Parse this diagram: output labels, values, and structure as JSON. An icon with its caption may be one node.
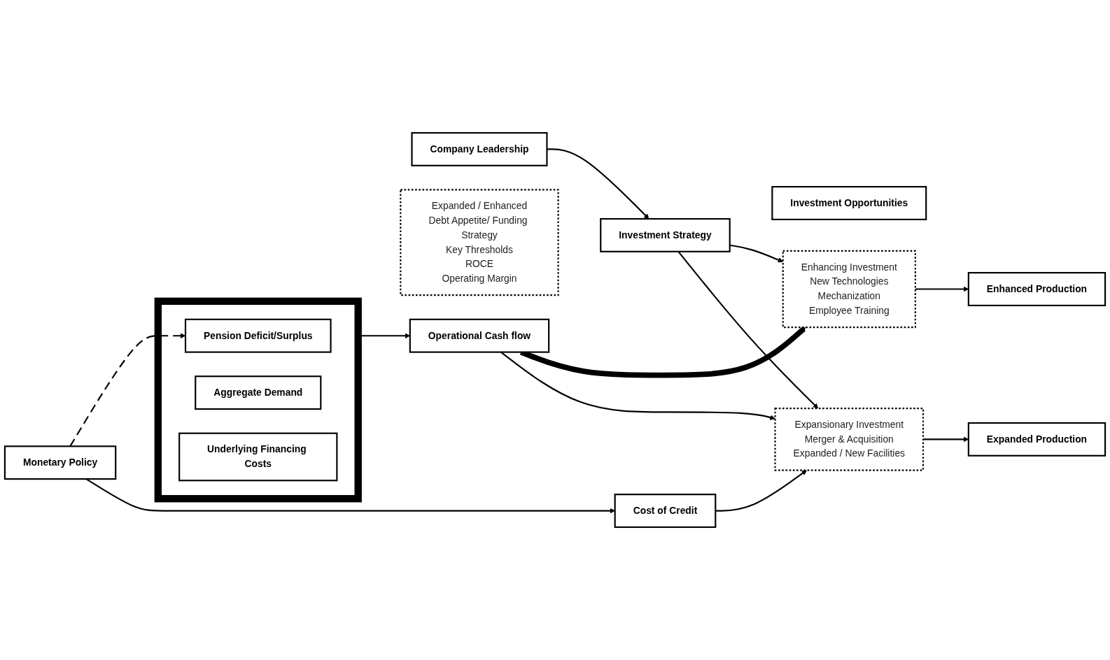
{
  "diagram": {
    "nodes": [
      {
        "text": [
          "Monetary Policy"
        ]
      },
      {
        "text": [
          "Cost of Credit"
        ]
      },
      {
        "text": [
          "Company Leadership"
        ]
      },
      {
        "text": [
          "Investment Strategy"
        ]
      },
      {
        "text": [
          "Expanded / Enhanced",
          "Debt Appetite/ Funding Strategy",
          "Key Thresholds",
          "ROCE",
          "Operating Margin"
        ]
      },
      {
        "text": [
          "Expansionary Investment",
          "Merger & Acquisition",
          "Expanded / New Facilities"
        ]
      },
      {
        "text": [
          "Investment Opportunities"
        ]
      },
      {
        "text": [
          "Enhancing Investment",
          "New Technologies",
          "Mechanization",
          "Employee Training"
        ]
      },
      {
        "text": [
          "Expanded Production"
        ]
      },
      {
        "text": [
          "Enhanced Production"
        ]
      },
      {
        "text": [
          "Operational Cash flow"
        ]
      },
      {
        "text": [],
        "shape": "box"
      },
      {
        "text": [
          "Pension Deficit/Surplus"
        ],
        "in": 11
      },
      {
        "text": [
          "Aggregate Demand"
        ],
        "in": 11
      },
      {
        "text": [
          "Underlying Financing Costs"
        ],
        "in": 11
      }
    ],
    "edges": [
      {
        "from": 0,
        "to": 1,
        "arrow": "to"
      },
      {
        "from": 1,
        "to": 5,
        "arrow": "to"
      },
      {
        "from": 10,
        "to": 5,
        "arrow": "to"
      },
      {
        "from": 2,
        "to": 3,
        "arrow": "to"
      },
      {
        "from": 3,
        "to": 5,
        "arrow": "to"
      },
      {
        "from": 3,
        "to": 7,
        "arrow": "to"
      },
      {
        "from": 5,
        "to": 8,
        "arrow": "to"
      },
      {
        "from": 7,
        "to": 9,
        "arrow": "to"
      },
      {
        "from": 10,
        "to": 7,
        "arrow": "to",
        "style": "thick"
      },
      {
        "from": 11,
        "to": 10,
        "arrow": "to"
      },
      {
        "from": 0,
        "to": 12,
        "arrow": "to",
        "style": "dashed"
      }
    ]
  }
}
